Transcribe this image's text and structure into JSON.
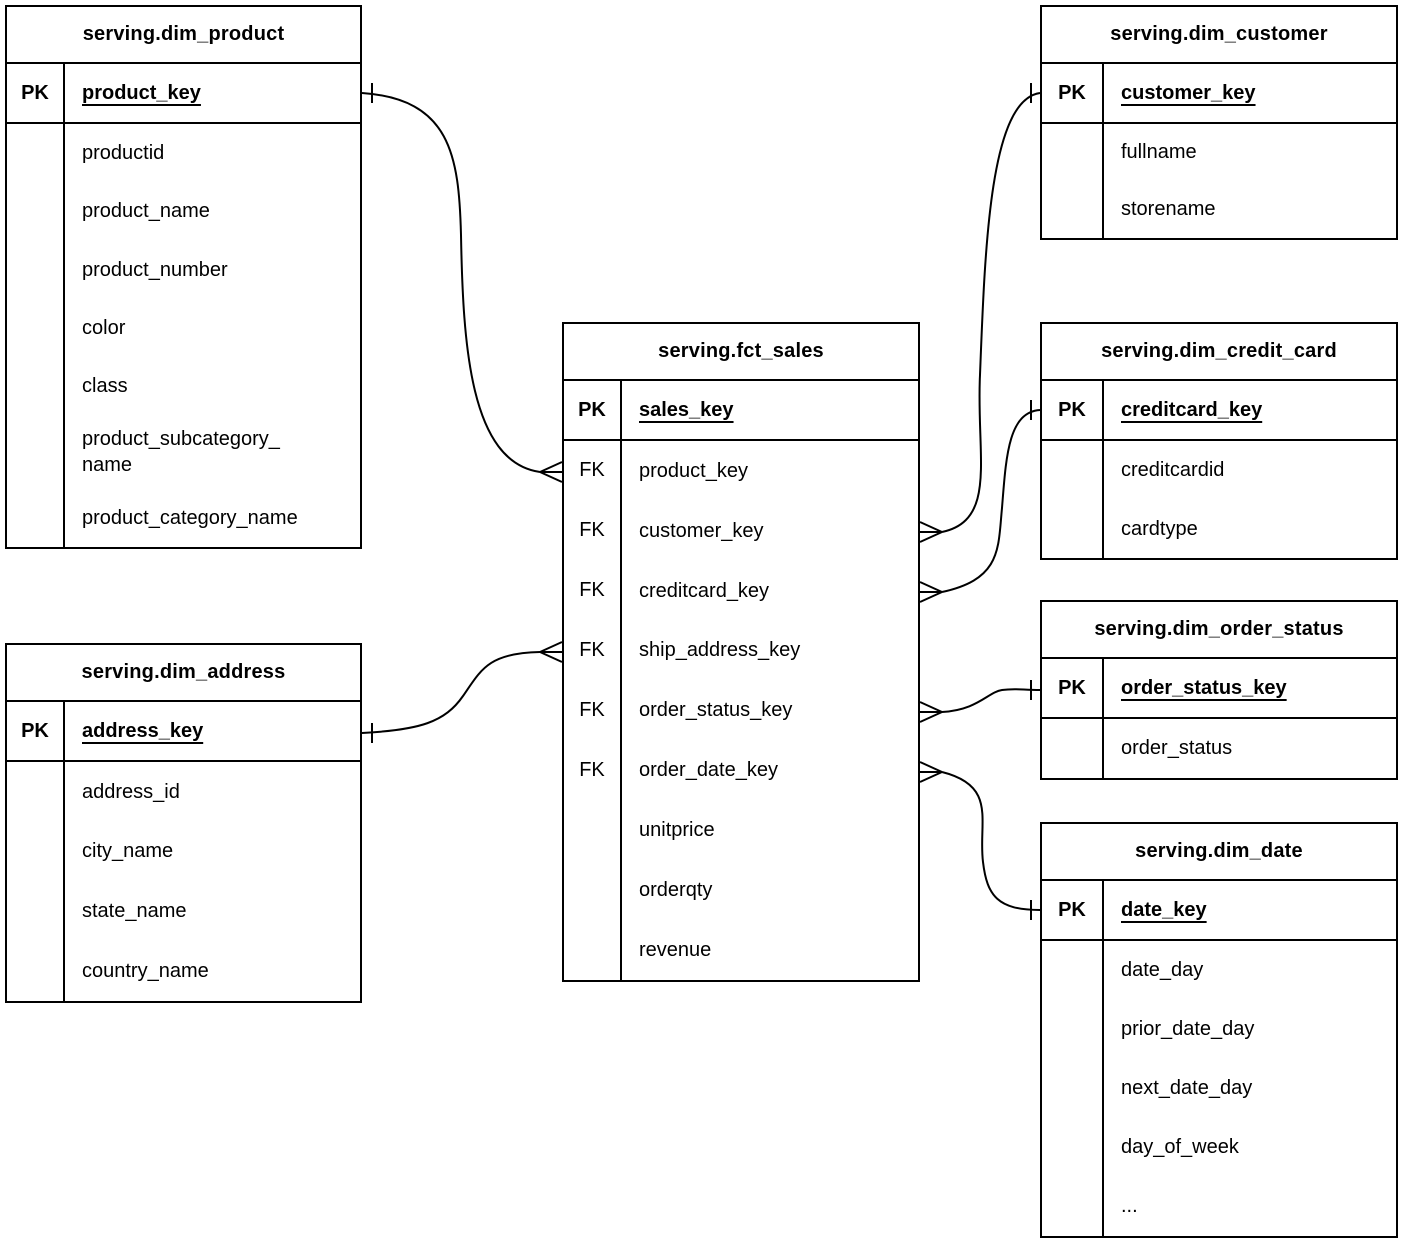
{
  "colors": {
    "line": "#000000",
    "background": "#ffffff",
    "text": "#000000"
  },
  "tables": {
    "dim_product": {
      "title": "serving.dim_product",
      "pk": {
        "key": "PK",
        "name": "product_key"
      },
      "fields": [
        {
          "key": "",
          "name": "productid"
        },
        {
          "key": "",
          "name": "product_name"
        },
        {
          "key": "",
          "name": "product_number"
        },
        {
          "key": "",
          "name": "color"
        },
        {
          "key": "",
          "name": "class"
        },
        {
          "key": "",
          "name": "product_subcategory_\nname"
        },
        {
          "key": "",
          "name": "product_category_name"
        }
      ]
    },
    "dim_address": {
      "title": "serving.dim_address",
      "pk": {
        "key": "PK",
        "name": "address_key"
      },
      "fields": [
        {
          "key": "",
          "name": "address_id"
        },
        {
          "key": "",
          "name": "city_name"
        },
        {
          "key": "",
          "name": "state_name"
        },
        {
          "key": "",
          "name": "country_name"
        }
      ]
    },
    "fct_sales": {
      "title": "serving.fct_sales",
      "pk": {
        "key": "PK",
        "name": "sales_key"
      },
      "fields": [
        {
          "key": "FK",
          "name": "product_key"
        },
        {
          "key": "FK",
          "name": "customer_key"
        },
        {
          "key": "FK",
          "name": "creditcard_key"
        },
        {
          "key": "FK",
          "name": "ship_address_key"
        },
        {
          "key": "FK",
          "name": "order_status_key"
        },
        {
          "key": "FK",
          "name": "order_date_key"
        },
        {
          "key": "",
          "name": "unitprice"
        },
        {
          "key": "",
          "name": "orderqty"
        },
        {
          "key": "",
          "name": "revenue"
        }
      ]
    },
    "dim_customer": {
      "title": "serving.dim_customer",
      "pk": {
        "key": "PK",
        "name": "customer_key"
      },
      "fields": [
        {
          "key": "",
          "name": "fullname"
        },
        {
          "key": "",
          "name": "storename"
        }
      ]
    },
    "dim_credit_card": {
      "title": "serving.dim_credit_card",
      "pk": {
        "key": "PK",
        "name": "creditcard_key"
      },
      "fields": [
        {
          "key": "",
          "name": "creditcardid"
        },
        {
          "key": "",
          "name": "cardtype"
        }
      ]
    },
    "dim_order_status": {
      "title": "serving.dim_order_status",
      "pk": {
        "key": "PK",
        "name": "order_status_key"
      },
      "fields": [
        {
          "key": "",
          "name": "order_status"
        }
      ]
    },
    "dim_date": {
      "title": "serving.dim_date",
      "pk": {
        "key": "PK",
        "name": "date_key"
      },
      "fields": [
        {
          "key": "",
          "name": "date_day"
        },
        {
          "key": "",
          "name": "prior_date_day"
        },
        {
          "key": "",
          "name": "next_date_day"
        },
        {
          "key": "",
          "name": "day_of_week"
        },
        {
          "key": "",
          "name": "..."
        }
      ]
    }
  },
  "relationships": [
    {
      "from_table": "serving.fct_sales",
      "from_field": "product_key",
      "to_table": "serving.dim_product",
      "to_field": "product_key",
      "from_cardinality": "many",
      "to_cardinality": "one"
    },
    {
      "from_table": "serving.fct_sales",
      "from_field": "customer_key",
      "to_table": "serving.dim_customer",
      "to_field": "customer_key",
      "from_cardinality": "many",
      "to_cardinality": "one"
    },
    {
      "from_table": "serving.fct_sales",
      "from_field": "creditcard_key",
      "to_table": "serving.dim_credit_card",
      "to_field": "creditcard_key",
      "from_cardinality": "many",
      "to_cardinality": "one"
    },
    {
      "from_table": "serving.fct_sales",
      "from_field": "ship_address_key",
      "to_table": "serving.dim_address",
      "to_field": "address_key",
      "from_cardinality": "many",
      "to_cardinality": "one"
    },
    {
      "from_table": "serving.fct_sales",
      "from_field": "order_status_key",
      "to_table": "serving.dim_order_status",
      "to_field": "order_status_key",
      "from_cardinality": "many",
      "to_cardinality": "one"
    },
    {
      "from_table": "serving.fct_sales",
      "from_field": "order_date_key",
      "to_table": "serving.dim_date",
      "to_field": "date_key",
      "from_cardinality": "many",
      "to_cardinality": "one"
    }
  ]
}
